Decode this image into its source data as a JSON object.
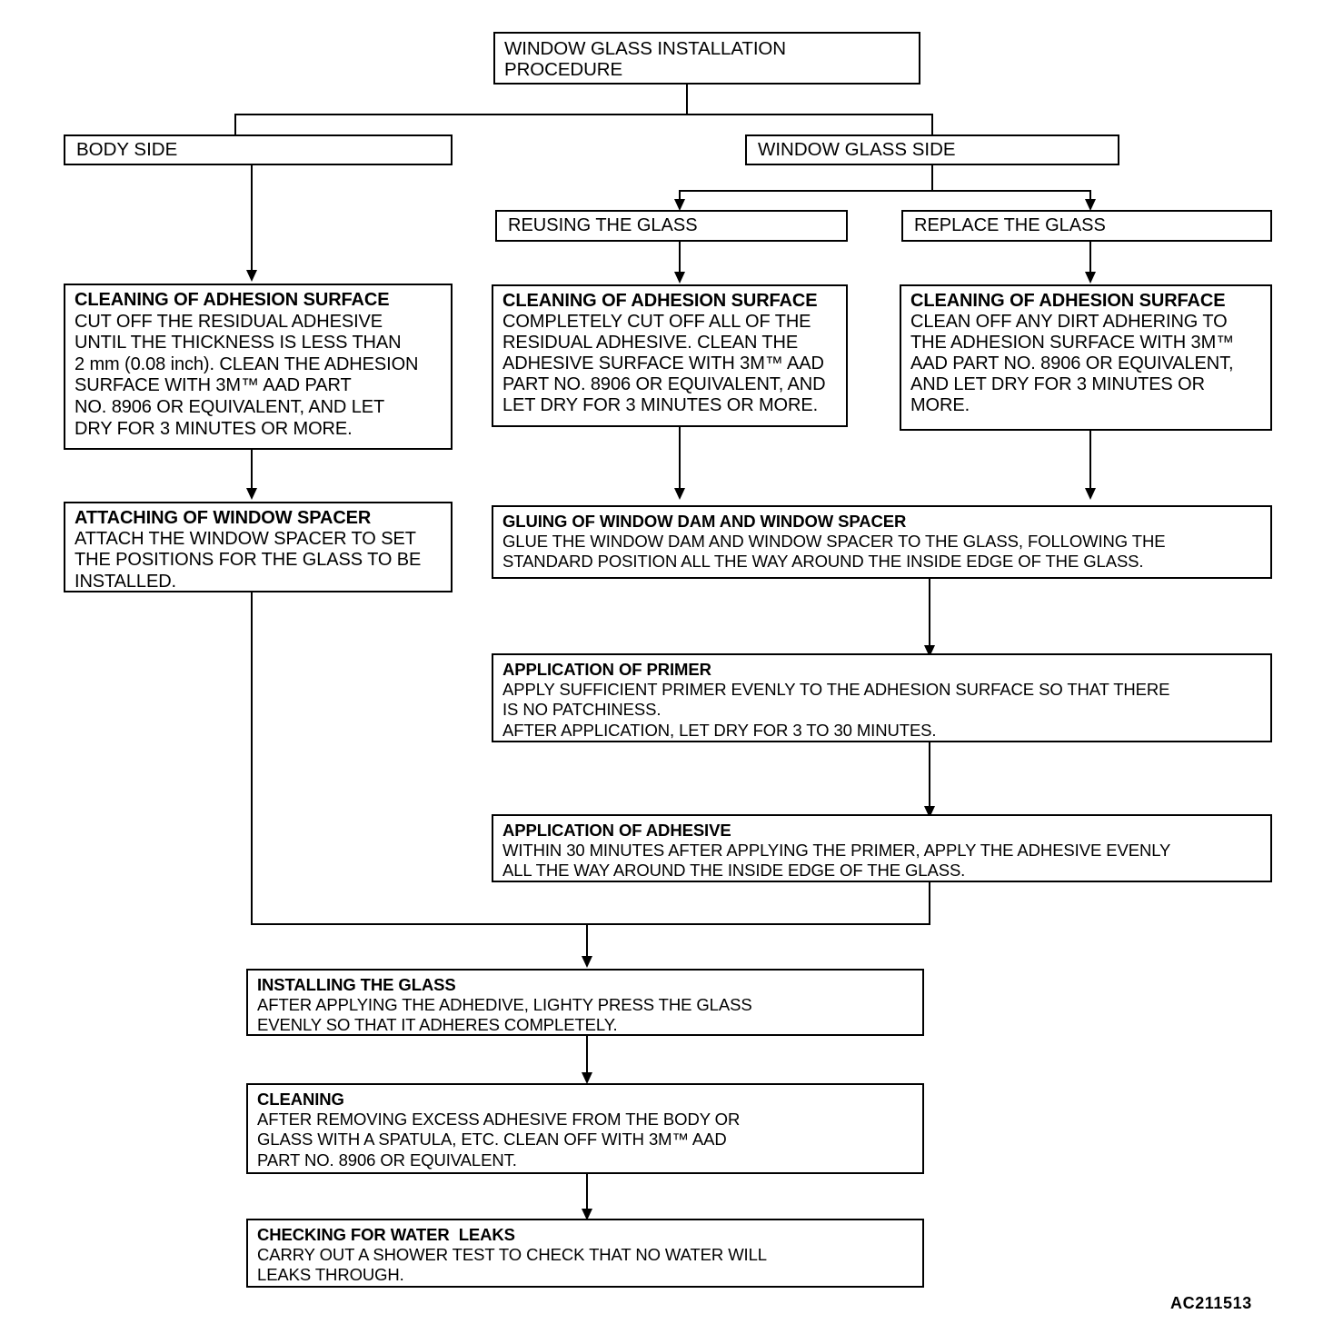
{
  "diagram": {
    "figure_id": "AC211513",
    "line_color": "#000000",
    "background_color": "#ffffff"
  },
  "nodes": {
    "root": {
      "title": "WINDOW GLASS INSTALLATION\nPROCEDURE"
    },
    "body_side": {
      "title": "BODY SIDE"
    },
    "window_glass_side": {
      "title": "WINDOW GLASS SIDE"
    },
    "reusing_the_glass": {
      "title": "REUSING THE GLASS"
    },
    "replace_the_glass": {
      "title": "REPLACE  THE GLASS"
    },
    "cleaning_body": {
      "title": "CLEANING OF ADHESION SURFACE",
      "body": "CUT OFF THE RESIDUAL ADHESIVE\nUNTIL THE THICKNESS IS LESS THAN\n2 mm (0.08 inch). CLEAN THE ADHESION\nSURFACE WITH 3M™ AAD PART\nNO. 8906 OR EQUIVALENT, AND LET\nDRY FOR 3 MINUTES OR MORE."
    },
    "cleaning_reuse": {
      "title": "CLEANING OF ADHESION SURFACE",
      "body": "COMPLETELY CUT OFF ALL OF THE\nRESIDUAL ADHESIVE. CLEAN THE\nADHESIVE SURFACE WITH 3M™ AAD\nPART NO. 8906 OR EQUIVALENT, AND\nLET DRY FOR 3 MINUTES OR MORE."
    },
    "cleaning_replace": {
      "title": "CLEANING OF ADHESION SURFACE",
      "body": "CLEAN OFF ANY DIRT ADHERING TO\nTHE ADHESION SURFACE WITH 3M™\nAAD PART NO. 8906 OR EQUIVALENT,\nAND LET DRY FOR 3 MINUTES OR\nMORE."
    },
    "attaching_spacer": {
      "title": "ATTACHING OF WINDOW SPACER",
      "body": "ATTACH THE WINDOW SPACER TO SET\nTHE POSITIONS FOR THE GLASS TO BE\nINSTALLED."
    },
    "gluing_dam_spacer": {
      "title": "GLUING OF WINDOW DAM AND WINDOW SPACER",
      "body": "GLUE THE WINDOW DAM AND WINDOW SPACER TO THE GLASS, FOLLOWING THE\nSTANDARD POSITION ALL THE WAY AROUND THE INSIDE EDGE OF THE GLASS."
    },
    "application_primer": {
      "title": "APPLICATION OF PRIMER",
      "body": "APPLY SUFFICIENT PRIMER EVENLY TO THE ADHESION SURFACE SO THAT THERE\nIS NO PATCHINESS.\nAFTER APPLICATION, LET DRY FOR 3 TO 30 MINUTES."
    },
    "application_adhesive": {
      "title": "APPLICATION OF ADHESIVE",
      "body": "WITHIN 30 MINUTES AFTER APPLYING THE PRIMER, APPLY THE ADHESIVE EVENLY\nALL THE WAY AROUND THE INSIDE EDGE OF THE GLASS."
    },
    "installing_glass": {
      "title": "INSTALLING THE GLASS",
      "body": "AFTER APPLYING THE ADHEDIVE, LIGHTY  PRESS THE GLASS\nEVENLY SO THAT IT ADHERES COMPLETELY."
    },
    "cleaning_final": {
      "title": "CLEANING",
      "body": "AFTER REMOVING EXCESS ADHESIVE FROM THE BODY OR\nGLASS WITH A SPATULA, ETC. CLEAN OFF  WITH 3M™ AAD\nPART NO. 8906 OR EQUIVALENT."
    },
    "checking_water_leaks": {
      "title": "CHECKING FOR WATER  LEAKS",
      "body": "CARRY OUT A SHOWER TEST TO CHECK THAT NO WATER WILL\nLEAKS THROUGH."
    }
  }
}
